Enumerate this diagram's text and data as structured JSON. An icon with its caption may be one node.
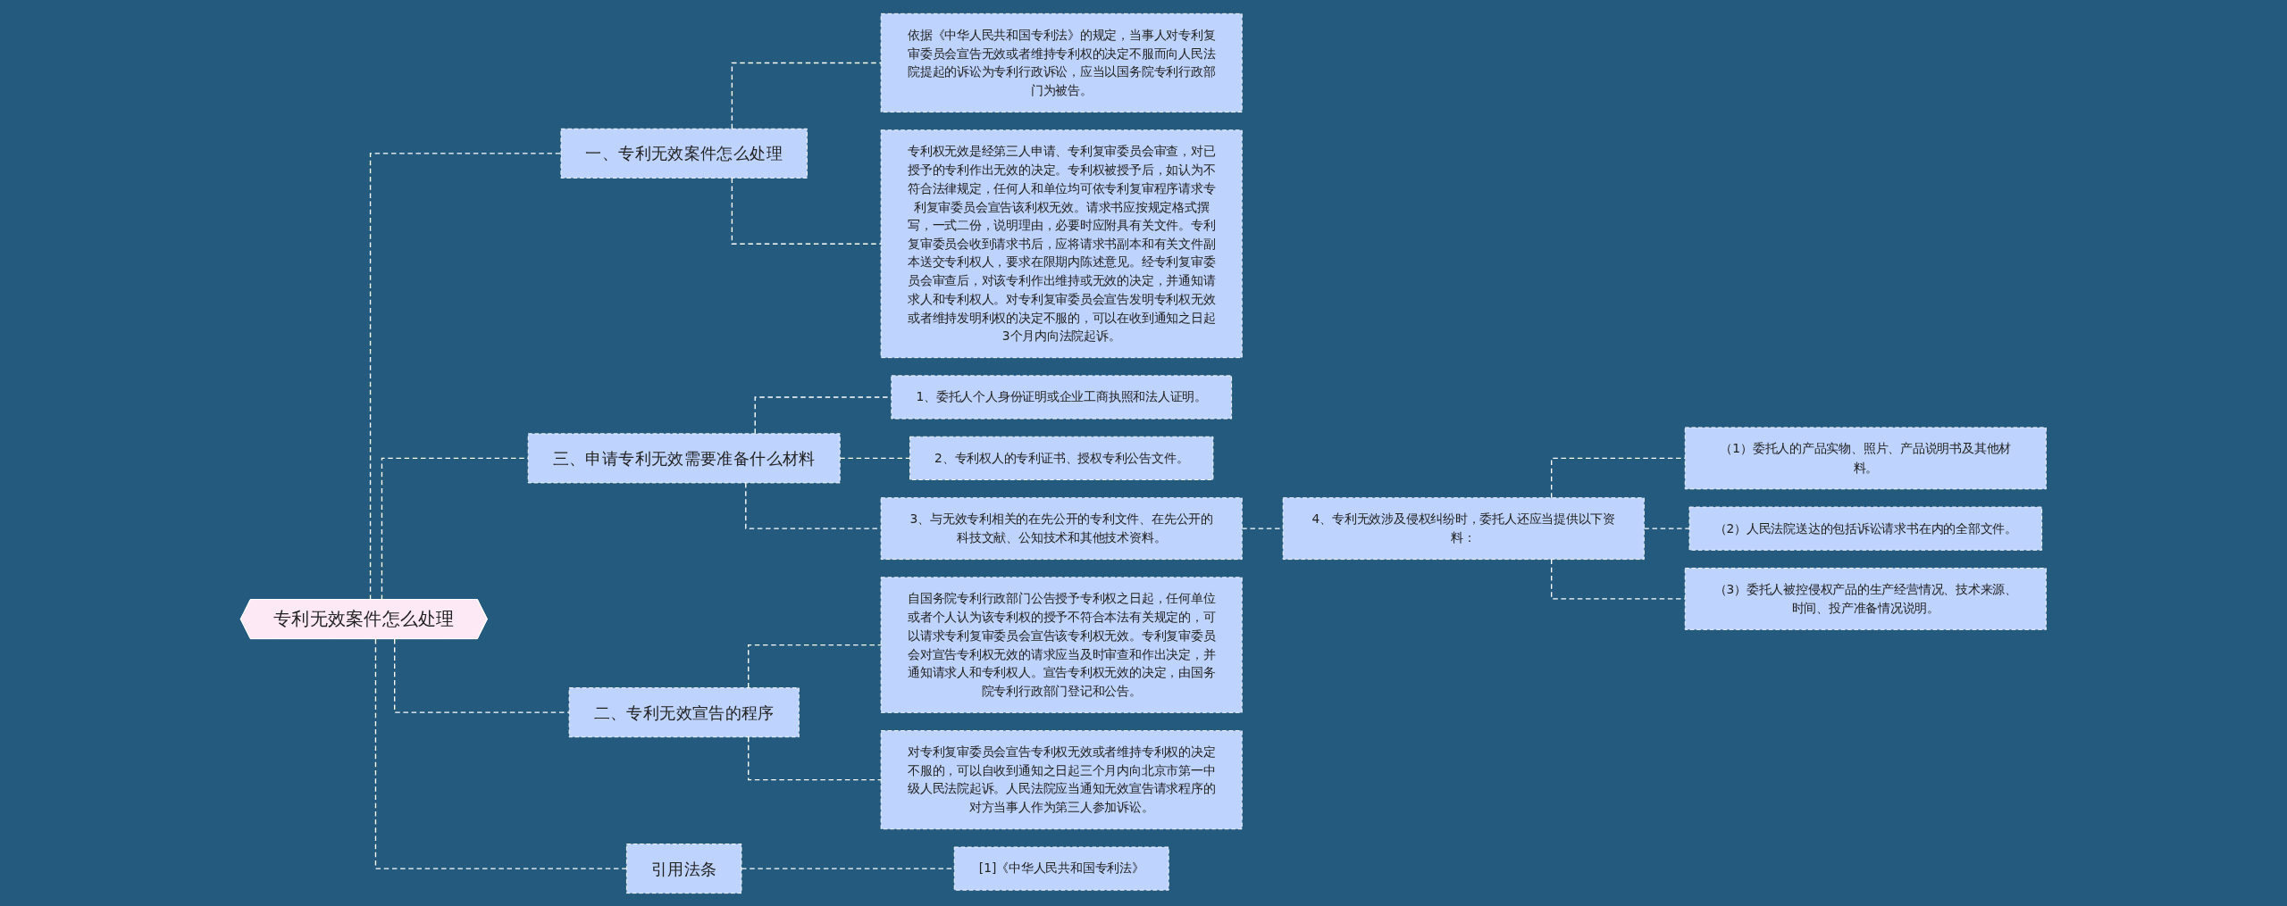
{
  "diagram": {
    "nodes": [
      {
        "text": [
          "专利无效案件怎么处理"
        ]
      },
      {
        "text": [
          "一、专利无效案件怎么处理"
        ]
      },
      {
        "text": [
          "依据《中华人民共和国专利法》的规定，当事人对专利复审委员会宣告无效或者维持专利权的决定不服而向人民法院提起的诉讼为专利行政诉讼，应当以国务院专利行政部门为被告。"
        ]
      },
      {
        "text": [
          "专利权无效是经第三人申请、专利复审委员会审查，对已授予的专利作出无效的决定。专利权被授予后，如认为不符合法律规定，任何人和单位均可依专利复审程序请求专利复审委员会宣告该利权无效。请求书应按规定格式撰写，一式二份，说明理由，必要时应附具有关文件。专利复审委员会收到请求书后，应将请求书副本和有关文件副本送交专利权人，要求在限期内陈述意见。经专利复审委员会审查后，对该专利作出维持或无效的决定，并通知请求人和专利权人。对专利复审委员会宣告发明专利权无效或者维持发明利权的决定不服的，可以在收到通知之日起3个月内向法院起诉。"
        ]
      },
      {
        "text": [
          "三、申请专利无效需要准备什么材料"
        ]
      },
      {
        "text": [
          "1、委托人个人身份证明或企业工商执照和法人证明。"
        ]
      },
      {
        "text": [
          "2、专利权人的专利证书、授权专利公告文件。"
        ]
      },
      {
        "text": [
          "3、与无效专利相关的在先公开的专利文件、在先公开的科技文献、公知技术和其他技术资料。"
        ]
      },
      {
        "text": [
          "4、专利无效涉及侵权纠纷时，委托人还应当提供以下资料："
        ]
      },
      {
        "text": [
          "（1）委托人的产品实物、照片、产品说明书及其他材料。"
        ]
      },
      {
        "text": [
          "（2）人民法院送达的包括诉讼请求书在内的全部文件。"
        ]
      },
      {
        "text": [
          "（3）委托人被控侵权产品的生产经营情况、技术来源、时间、投产准备情况说明。"
        ]
      },
      {
        "text": [
          "二、专利无效宣告的程序"
        ]
      },
      {
        "text": [
          "自国务院专利行政部门公告授予专利权之日起，任何单位或者个人认为该专利权的授予不符合本法有关规定的，可以请求专利复审委员会宣告该专利权无效。专利复审委员会对宣告专利权无效的请求应当及时审查和作出决定，并通知请求人和专利权人。宣告专利权无效的决定，由国务院专利行政部门登记和公告。"
        ]
      },
      {
        "text": [
          "对专利复审委员会宣告专利权无效或者维持专利权的决定不服的，可以自收到通知之日起三个月内向北京市第一中级人民法院起诉。人民法院应当通知无效宣告请求程序的对方当事人作为第三人参加诉讼。"
        ]
      },
      {
        "text": [
          "引用法条"
        ]
      },
      {
        "text": [
          "[1]《中华人民共和国专利法》"
        ]
      }
    ],
    "edges": [
      {
        "from": 0,
        "to": 1,
        "arrow": "none",
        "style": "dashed"
      },
      {
        "from": 1,
        "to": 2,
        "arrow": "none",
        "style": "dashed"
      },
      {
        "from": 1,
        "to": 3,
        "arrow": "none",
        "style": "dashed"
      },
      {
        "from": 0,
        "to": 4,
        "arrow": "none",
        "style": "dashed"
      },
      {
        "from": 4,
        "to": 5,
        "arrow": "none",
        "style": "dashed"
      },
      {
        "from": 4,
        "to": 6,
        "arrow": "none",
        "style": "dashed"
      },
      {
        "from": 4,
        "to": 7,
        "arrow": "none",
        "style": "dashed"
      },
      {
        "from": 7,
        "to": 8,
        "arrow": "none",
        "style": "dashed"
      },
      {
        "from": 8,
        "to": 9,
        "arrow": "none",
        "style": "dashed"
      },
      {
        "from": 8,
        "to": 10,
        "arrow": "none",
        "style": "dashed"
      },
      {
        "from": 8,
        "to": 11,
        "arrow": "none",
        "style": "dashed"
      },
      {
        "from": 0,
        "to": 12,
        "arrow": "none",
        "style": "dashed"
      },
      {
        "from": 12,
        "to": 13,
        "arrow": "none",
        "style": "dashed"
      },
      {
        "from": 12,
        "to": 14,
        "arrow": "none",
        "style": "dashed"
      },
      {
        "from": 0,
        "to": 15,
        "arrow": "none",
        "style": "dashed"
      },
      {
        "from": 15,
        "to": 16,
        "arrow": "none",
        "style": "dashed"
      }
    ]
  }
}
